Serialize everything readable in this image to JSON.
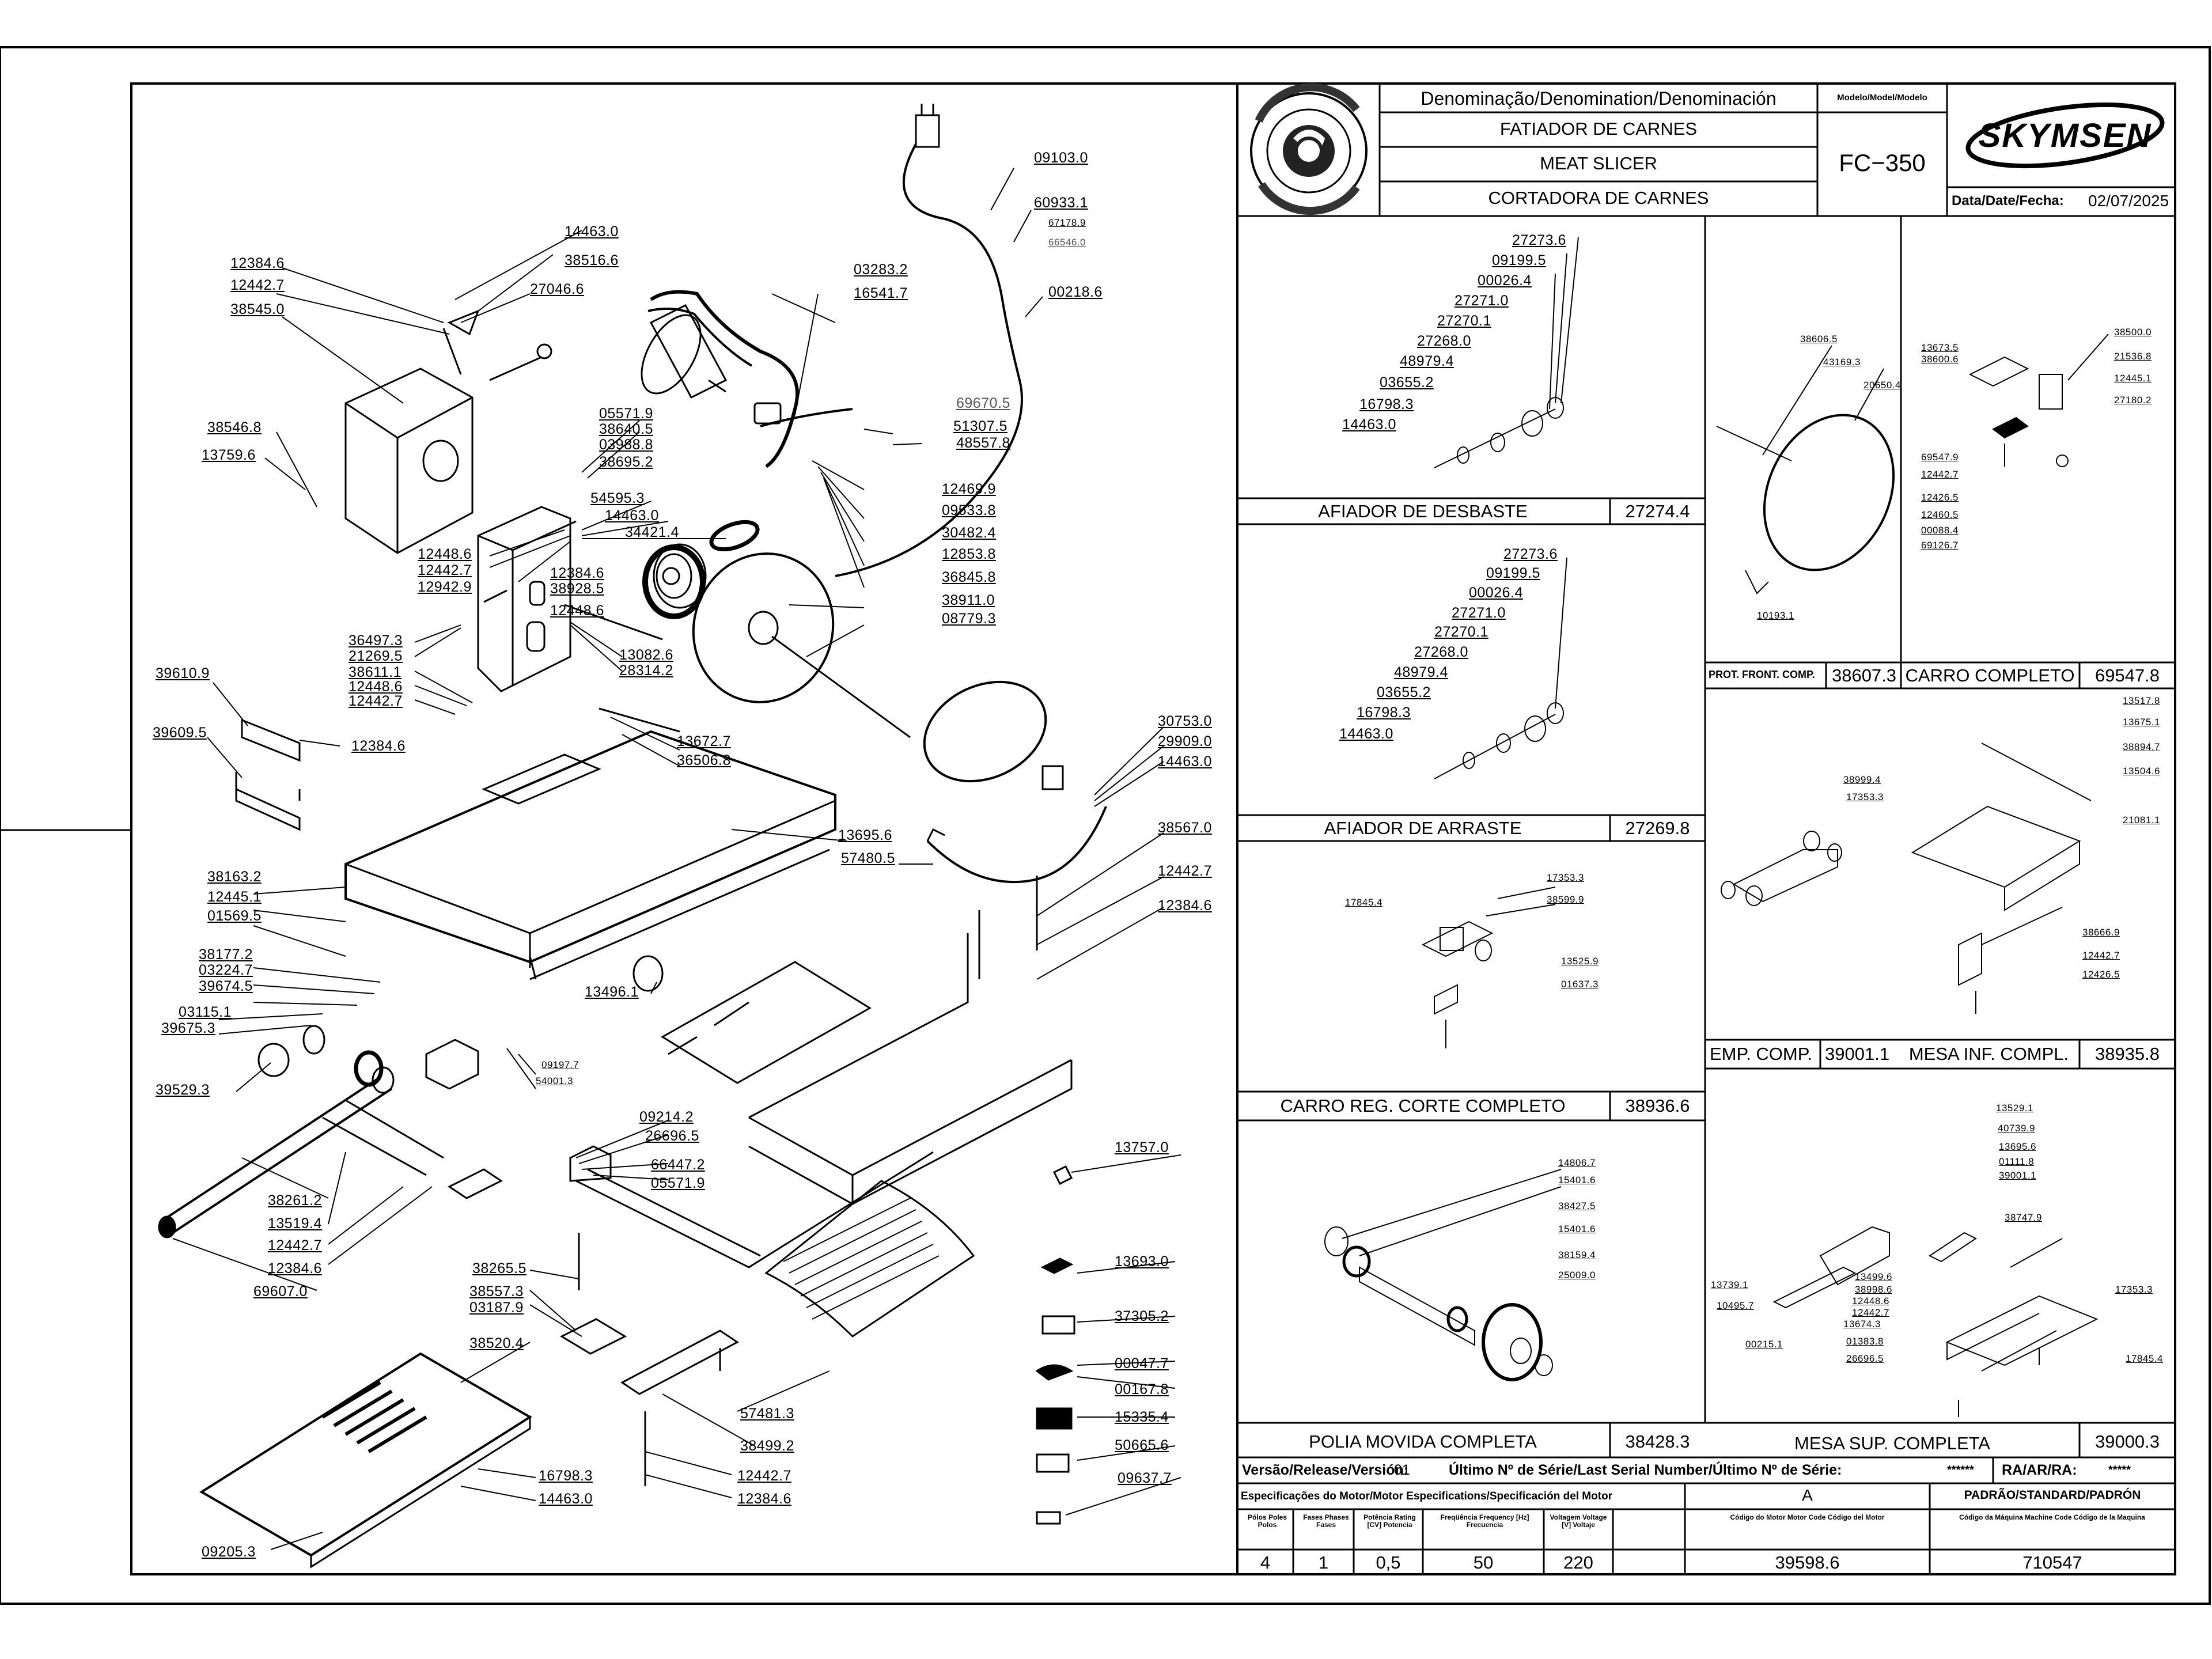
{
  "header": {
    "denomination_heading": "Denominação/Denomination/Denominación",
    "model_heading": "Modelo/Model/Modelo",
    "name_pt": "FATIADOR DE CARNES",
    "name_en": "MEAT SLICER",
    "name_es": "CORTADORA DE CARNES",
    "model": "FC−350",
    "brand": "SKYMSEN",
    "date_label": "Data/Date/Fecha:",
    "date": "02/07/2025"
  },
  "main_labels": [
    "09103.0",
    "60933.1",
    "67178.9",
    "66546.0",
    "00218.6",
    "03283.2",
    "16541.7",
    "69670.5",
    "51307.5",
    "48557.8",
    "14463.0",
    "38516.6",
    "27046.6",
    "12384.6",
    "12442.7",
    "38545.0",
    "38546.8",
    "13759.6",
    "05571.9",
    "38640.5",
    "03988.8",
    "38695.2",
    "54595.3",
    "14463.0",
    "34421.4",
    "12469.9",
    "09533.8",
    "30482.4",
    "12853.8",
    "36845.8",
    "38911.0",
    "08779.3",
    "12448.6",
    "12442.7",
    "12942.9",
    "12384.6",
    "38928.5",
    "12448.6",
    "36497.3",
    "21269.5",
    "38611.1",
    "12448.6",
    "12442.7",
    "13082.6",
    "28314.2",
    "39610.9",
    "39609.5",
    "12384.6",
    "13672.7",
    "36506.8",
    "30753.0",
    "29909.0",
    "14463.0",
    "38567.0",
    "12442.7",
    "12384.6",
    "13695.6",
    "57480.5",
    "38163.2",
    "12445.1",
    "01569.5",
    "38177.2",
    "03224.7",
    "39674.5",
    "03115.1",
    "39675.3",
    "13496.1",
    "09197.7",
    "54001.3",
    "39529.3",
    "13757.0",
    "09214.2",
    "26696.5",
    "66447.2",
    "05571.9",
    "38261.2",
    "13519.4",
    "12442.7",
    "12384.6",
    "69607.0",
    "38265.5",
    "38557.3",
    "03187.9",
    "38520.4",
    "57481.3",
    "38499.2",
    "12442.7",
    "12384.6",
    "16798.3",
    "14463.0",
    "09205.3",
    "13693.0",
    "37305.2",
    "00047.7",
    "00167.8",
    "15335.4",
    "50665.6",
    "09637.7"
  ],
  "afiador_desbaste": {
    "labels": [
      "27273.6",
      "09199.5",
      "00026.4",
      "27271.0",
      "27270.1",
      "27268.0",
      "48979.4",
      "03655.2",
      "16798.3",
      "14463.0"
    ],
    "title": "AFIADOR DE DESBASTE",
    "code": "27274.4"
  },
  "afiador_arraste": {
    "labels": [
      "27273.6",
      "09199.5",
      "00026.4",
      "27271.0",
      "27270.1",
      "27268.0",
      "48979.4",
      "03655.2",
      "16798.3",
      "14463.0"
    ],
    "title": "AFIADOR DE ARRASTE",
    "code": "27269.8"
  },
  "carro_reg": {
    "labels": [
      "17353.3",
      "38599.9",
      "17845.4",
      "13525.9",
      "01637.3"
    ],
    "title": "CARRO REG. CORTE COMPLETO",
    "code": "38936.6"
  },
  "polia": {
    "labels": [
      "14806.7",
      "15401.6",
      "38427.5",
      "15401.6",
      "38159.4",
      "25009.0"
    ],
    "title": "POLIA MOVIDA COMPLETA",
    "code": "38428.3"
  },
  "prot_front": {
    "labels": [
      "38606.5",
      "43169.3",
      "20650.4",
      "10193.1"
    ],
    "title": "PROT. FRONT. COMP.",
    "code": "38607.3"
  },
  "carro_completo": {
    "labels": [
      "13673.5",
      "38600.6",
      "38500.0",
      "21536.8",
      "12445.1",
      "27180.2",
      "69547.9",
      "12442.7",
      "12426.5",
      "12460.5",
      "00088.4",
      "69126.7"
    ],
    "title": "CARRO COMPLETO",
    "code": "69547.8"
  },
  "emp_comp": {
    "labels": [
      "38999.4",
      "17353.3"
    ],
    "title": "EMP. COMP.",
    "code": "39001.1"
  },
  "mesa_inf": {
    "labels": [
      "13517.8",
      "13675.1",
      "38894.7",
      "13504.6",
      "21081.1",
      "38666.9",
      "12442.7",
      "12426.5"
    ],
    "title": "MESA INF. COMPL.",
    "code": "38935.8"
  },
  "mesa_sup": {
    "labels": [
      "13529.1",
      "40739.9",
      "13695.6",
      "01111.8",
      "39001.1",
      "38747.9",
      "13739.1",
      "10495.7",
      "13499.6",
      "38998.6",
      "12448.6",
      "12442.7",
      "13674.3",
      "01383.8",
      "26696.5",
      "00215.1",
      "17353.3",
      "17845.4"
    ],
    "title": "MESA SUP. COMPLETA",
    "code": "39000.3"
  },
  "footer": {
    "release_label": "Versão/Release/Versión:",
    "release": "01",
    "serial_label": "Último Nº de Série/Last Serial Number/Último Nº de Série:",
    "serial": "******",
    "ra_label": "RA/AR/RA:",
    "ra": "*****",
    "motor_spec": "Especificações do Motor/Motor Especifications/Specificación del Motor",
    "std_letter": "A",
    "standard": "PADRÃO/STANDARD/PADRÓN",
    "col_poles": "Pólos Poles Polos",
    "col_phases": "Fases Phases Fases",
    "col_power": "Potência Rating [CV] Potencia",
    "col_freq": "Freqüência Frequency [Hz] Frecuencia",
    "col_volt": "Voltagem Voltage [V] Voltaje",
    "col_motor_code": "Código do Motor Motor Code Código del Motor",
    "col_machine_code": "Código da Máquina Machine Code Código de la Maquina",
    "poles": "4",
    "phases": "1",
    "power": "0,5",
    "freq": "50",
    "volt": "220",
    "motor_code": "39598.6",
    "machine_code": "710547"
  }
}
